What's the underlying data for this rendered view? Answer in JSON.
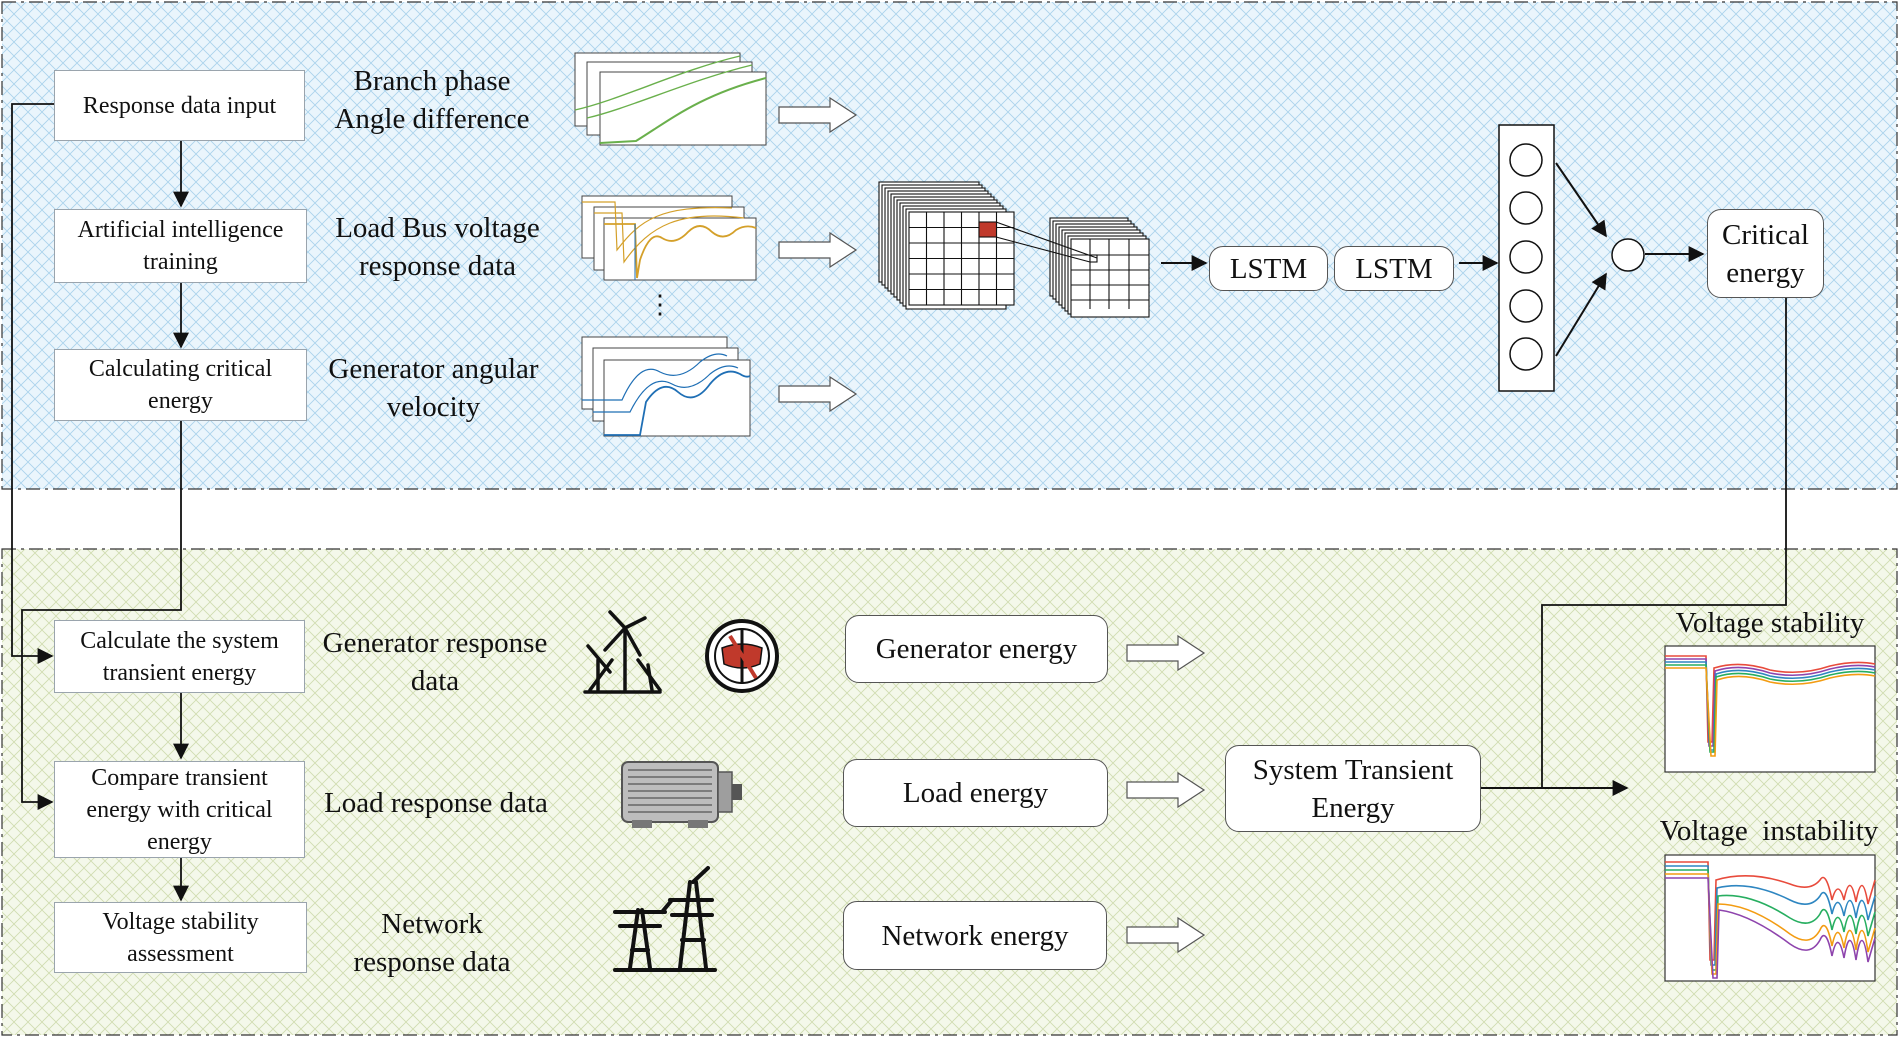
{
  "steps": [
    {
      "id": "response-data-input",
      "lines": [
        "Response data input"
      ]
    },
    {
      "id": "ai-training",
      "lines": [
        "Artificial intelligence",
        "training"
      ]
    },
    {
      "id": "calculating-critical-energy",
      "lines": [
        "Calculating critical",
        "energy"
      ]
    },
    {
      "id": "calculate-transient-energy",
      "lines": [
        "Calculate the system",
        "transient energy"
      ]
    },
    {
      "id": "compare-transient-energy",
      "lines": [
        "Compare transient",
        "energy with critical",
        "energy"
      ]
    },
    {
      "id": "voltage-stability-assessment",
      "lines": [
        "Voltage stability",
        "assessment"
      ]
    }
  ],
  "top_inputs": [
    {
      "id": "branch-phase",
      "lines": [
        "Branch phase",
        "Angle difference"
      ]
    },
    {
      "id": "load-bus-voltage",
      "lines": [
        "Load Bus voltage",
        "response data"
      ]
    },
    {
      "id": "generator-angular-velocity",
      "lines": [
        "Generator angular",
        "velocity"
      ]
    }
  ],
  "ellipsis": "⋮",
  "model": {
    "lstm_1": "LSTM",
    "lstm_2": "LSTM",
    "output": [
      "Critical",
      "energy"
    ]
  },
  "bottom_inputs": [
    {
      "id": "generator-response",
      "lines": [
        "Generator response",
        "data"
      ]
    },
    {
      "id": "load-response",
      "lines": [
        "Load response data"
      ]
    },
    {
      "id": "network-response",
      "lines": [
        "Network",
        "response data"
      ]
    }
  ],
  "energies": [
    {
      "id": "generator-energy",
      "label": "Generator energy"
    },
    {
      "id": "load-energy",
      "label": "Load energy"
    },
    {
      "id": "network-energy",
      "label": "Network energy"
    }
  ],
  "system_energy": [
    "System Transient",
    "Energy"
  ],
  "results": {
    "stable": "Voltage stability",
    "unstable": "Voltage  instability"
  },
  "icons": [
    "wind-turbine-icon",
    "generator-rotor-icon",
    "electric-motor-icon",
    "transmission-tower-icon"
  ],
  "colors": {
    "top_panel": "#cfe6f5",
    "bottom_panel": "#dde7c4",
    "line": "#111111",
    "accent_red": "#c0392b",
    "green_curve": "#6ab04c",
    "gold_curve": "#d4a02a",
    "blue_curve": "#1f6fb5"
  }
}
